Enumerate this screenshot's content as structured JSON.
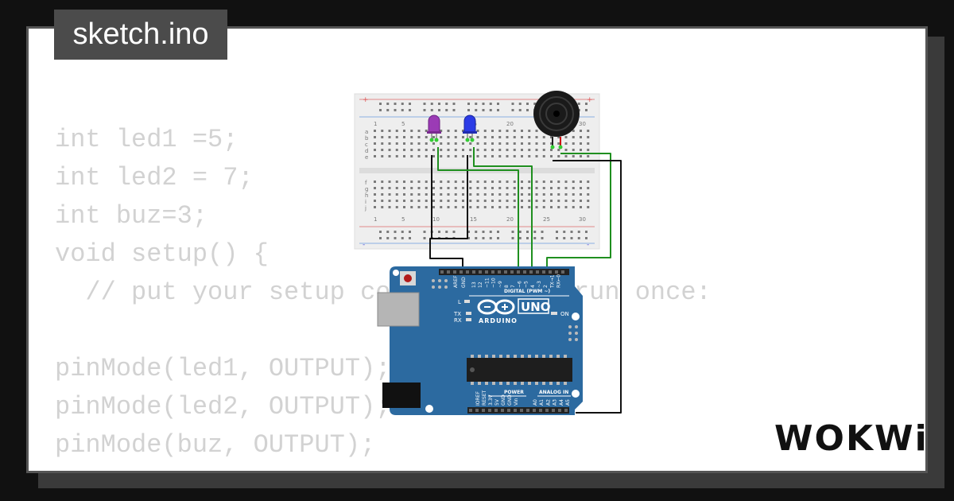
{
  "title": "sketch.ino",
  "code_lines": [
    "int led1 =5;",
    "int led2 = 7;",
    "int buz=3;",
    "void setup() {",
    "  // put your setup code here, to run once:",
    "",
    "pinMode(led1, OUTPUT);",
    "pinMode(led2, OUTPUT);",
    "pinMode(buz, OUTPUT);"
  ],
  "board": {
    "brand": "ARDUINO",
    "model": "UNO",
    "digital_label": "DIGITAL (PWM ~)",
    "power_label": "POWER",
    "analog_label": "ANALOG IN",
    "on_label": "ON",
    "l_label": "L",
    "tx_label": "TX",
    "rx_label": "RX",
    "aref_label": "AREF",
    "gnd_label": "GND",
    "digital_pins": [
      "13",
      "12",
      "~11",
      "~10",
      "~9",
      "8",
      "7",
      "~6",
      "~5",
      "4",
      "~3",
      "2",
      "TX→1",
      "RX←0"
    ],
    "power_pins": [
      "IOREF",
      "RESET",
      "3.3V",
      "5V",
      "GND",
      "GND",
      "Vin"
    ],
    "analog_pins": [
      "A0",
      "A1",
      "A2",
      "A3",
      "A4",
      "A5"
    ]
  },
  "breadboard": {
    "top_numbers": [
      "1",
      "5",
      "10",
      "15",
      "20",
      "25",
      "30"
    ],
    "bottom_numbers": [
      "1",
      "5",
      "10",
      "15",
      "20",
      "25",
      "30"
    ],
    "row_letters_top": [
      "a",
      "b",
      "c",
      "d",
      "e"
    ],
    "row_letters_bottom": [
      "f",
      "g",
      "h",
      "i",
      "j"
    ]
  },
  "logo": "WOKWi",
  "colors": {
    "board": "#2c6aa0",
    "led1": "#9b3bb5",
    "led2": "#2b3be6",
    "wire_green": "#1f8f1f",
    "wire_black": "#111111"
  }
}
